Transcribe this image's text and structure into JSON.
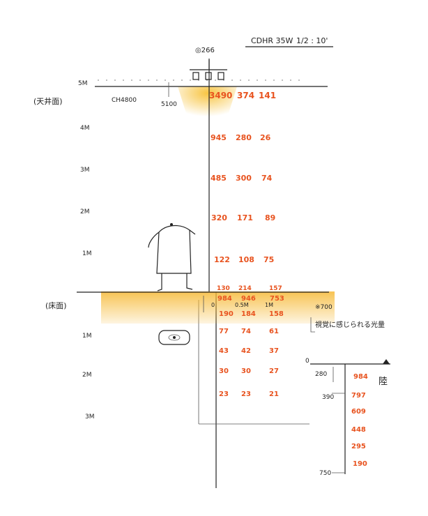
{
  "header": {
    "lamp_spec": "CDHR 35W",
    "scale": "1/2 : 10'"
  },
  "ceiling": {
    "label": "(天井面)",
    "height_label": "5M",
    "lamp_mark": "◎266",
    "mount_height": "5100",
    "ceiling_height": "CH4800",
    "readings": [
      "3490",
      "374",
      "141"
    ]
  },
  "height_rows": [
    {
      "label": "4M",
      "values": [
        "945",
        "280",
        "26"
      ]
    },
    {
      "label": "3M",
      "values": [
        "485",
        "300",
        "74"
      ]
    },
    {
      "label": "2M",
      "values": [
        "320",
        "171",
        "89"
      ]
    },
    {
      "label": "1M",
      "values": [
        "122",
        "108",
        "75"
      ]
    }
  ],
  "floor": {
    "label": "(床面)",
    "readings_above": [
      "130",
      "214",
      "157"
    ],
    "readings": [
      "984",
      "946",
      "753"
    ],
    "offsets": [
      "0",
      "0.5M",
      "1M"
    ],
    "note_value": "※700",
    "note_text": "視覚に感じられる光量"
  },
  "depth_rows": [
    {
      "label": "",
      "values": [
        "190",
        "184",
        "158"
      ]
    },
    {
      "label": "1M",
      "values": [
        "77",
        "74",
        "61"
      ]
    },
    {
      "label": "",
      "values": [
        "43",
        "42",
        "37"
      ]
    },
    {
      "label": "2M",
      "values": [
        "30",
        "30",
        "27"
      ]
    },
    {
      "label": "",
      "values": [
        "23",
        "23",
        "21"
      ]
    },
    {
      "label": "3M",
      "values": []
    }
  ],
  "inset": {
    "zero": "0",
    "surface_label": "陸",
    "depth_labels": [
      "280",
      "390",
      "750"
    ],
    "readings": [
      "984",
      "797",
      "609",
      "448",
      "295",
      "190"
    ]
  }
}
